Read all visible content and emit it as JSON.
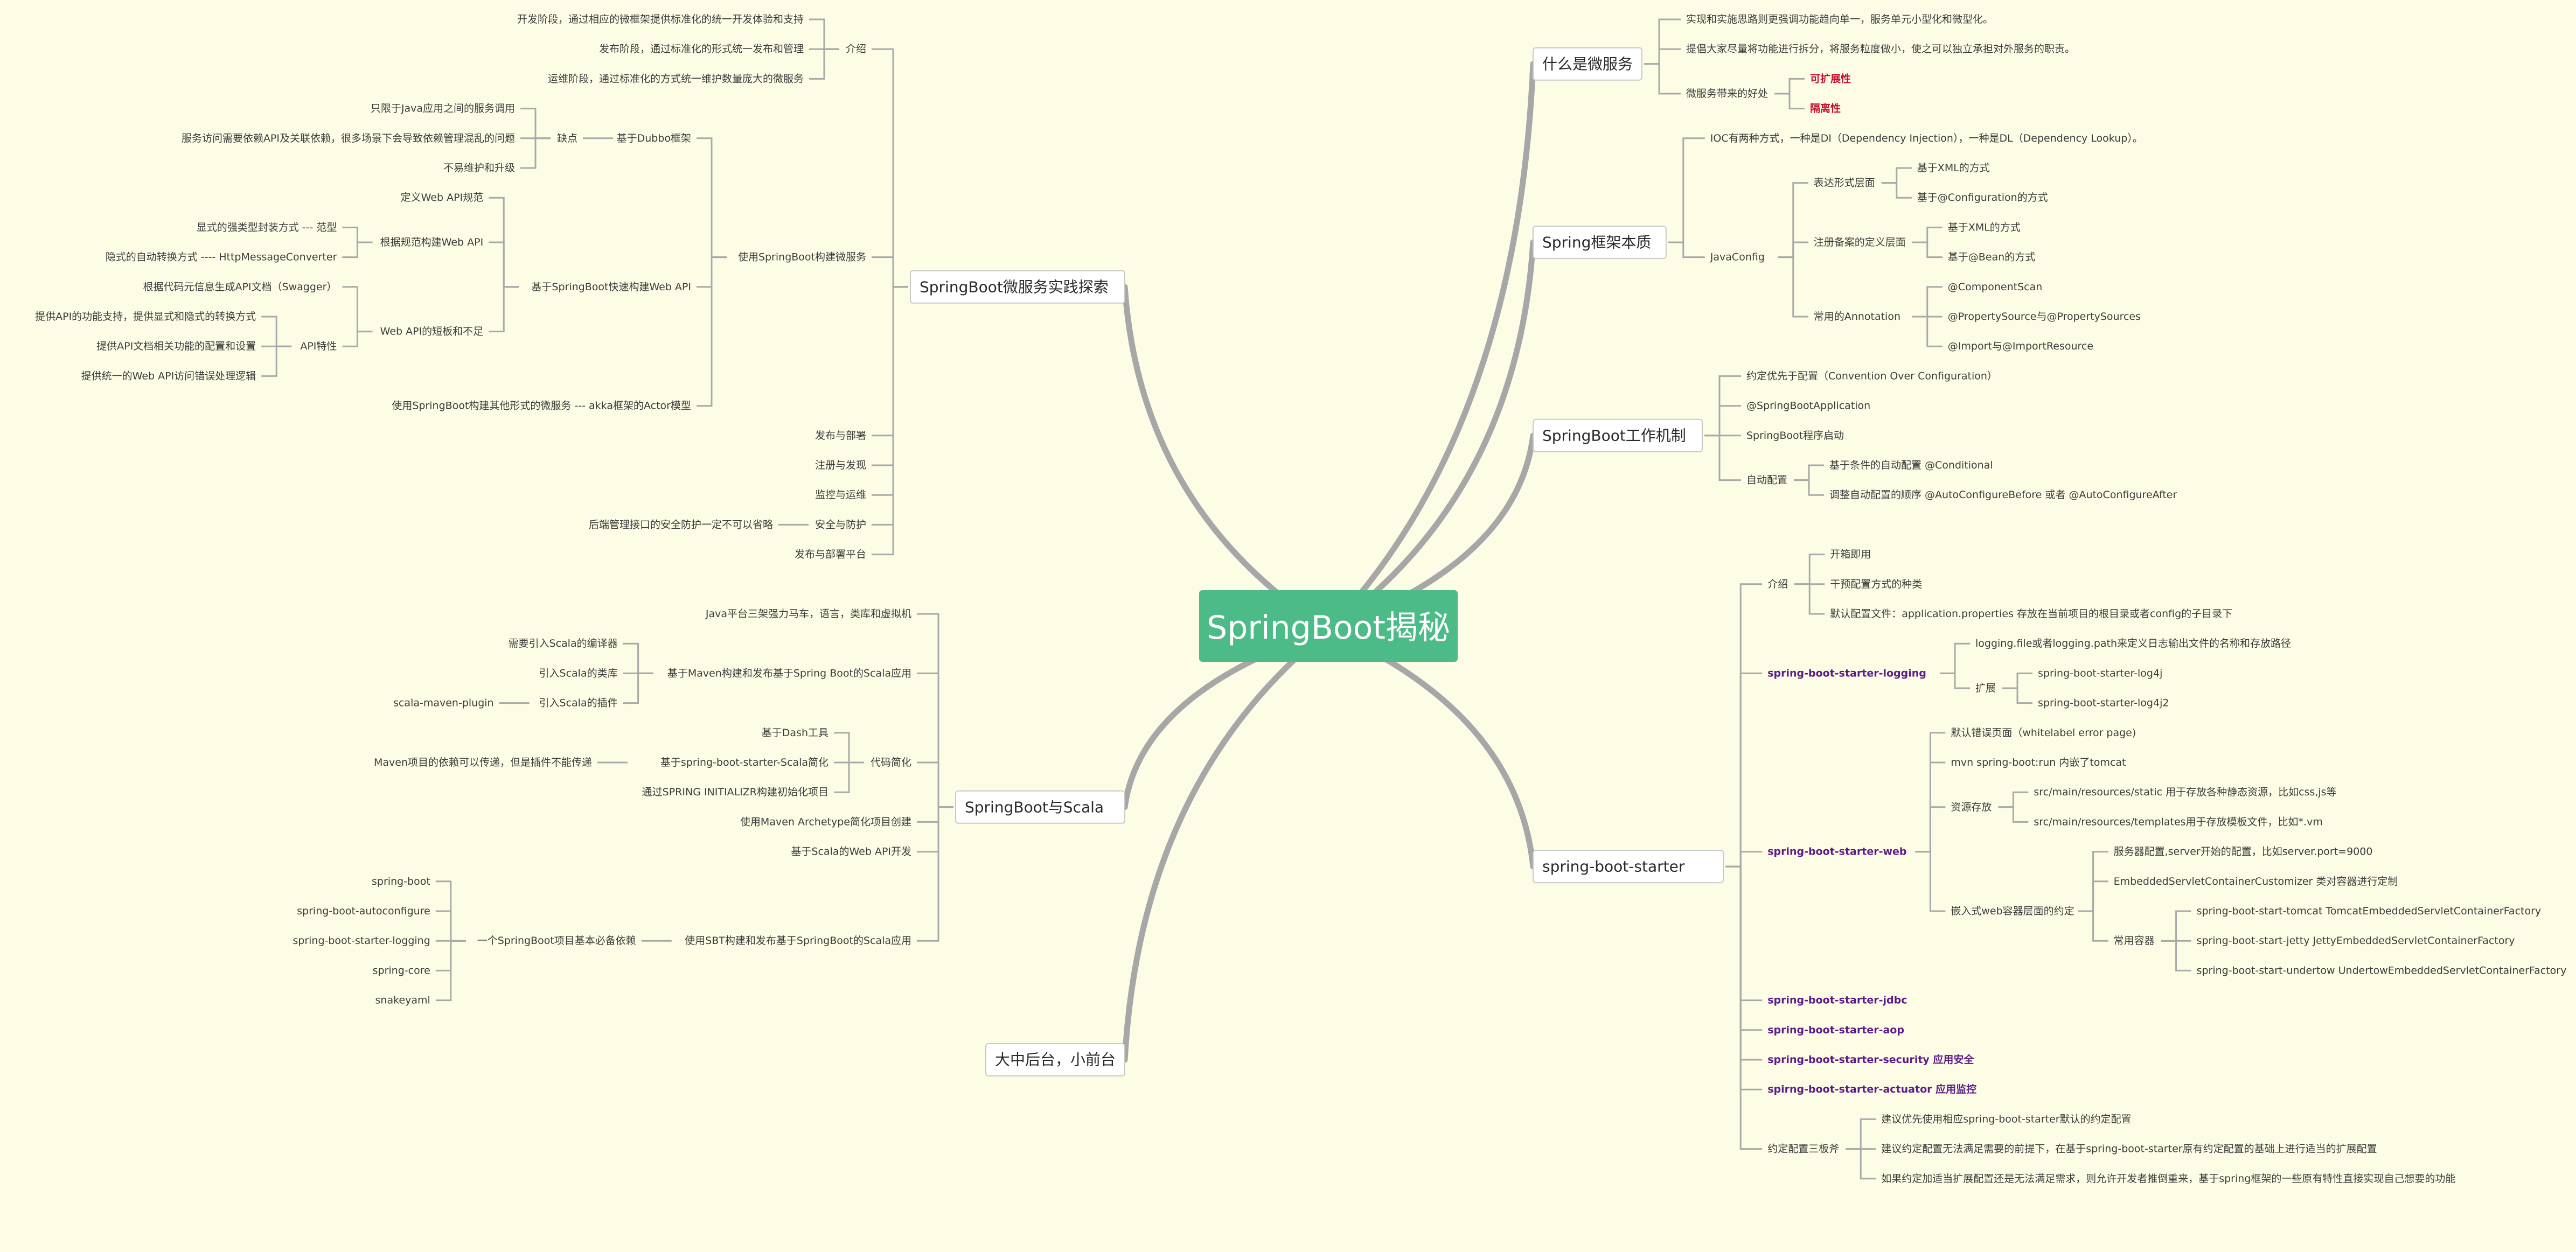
{
  "root": "SpringBoot揭秘",
  "right": [
    {
      "label": "什么是微服务",
      "children": [
        {
          "label": "实现和实施思路则更强调功能趋向单一，服务单元小型化和微型化。"
        },
        {
          "label": "提倡大家尽量将功能进行拆分，将服务粒度做小，使之可以独立承担对外服务的职责。"
        },
        {
          "label": "微服务带来的好处",
          "children": [
            {
              "label": "可扩展性",
              "style": "red"
            },
            {
              "label": "隔离性",
              "style": "red"
            }
          ]
        }
      ]
    },
    {
      "label": "Spring框架本质",
      "children": [
        {
          "label": "IOC有两种方式，一种是DI（Dependency Injection），一种是DL（Dependency Lookup）。"
        },
        {
          "label": "JavaConfig",
          "children": [
            {
              "label": "表达形式层面",
              "children": [
                {
                  "label": "基于XML的方式"
                },
                {
                  "label": "基于@Configuration的方式"
                }
              ]
            },
            {
              "label": "注册备案的定义层面",
              "children": [
                {
                  "label": "基于XML的方式"
                },
                {
                  "label": "基于@Bean的方式"
                }
              ]
            },
            {
              "label": "常用的Annotation",
              "children": [
                {
                  "label": "@ComponentScan"
                },
                {
                  "label": "@PropertySource与@PropertySources"
                },
                {
                  "label": "@Import与@ImportResource"
                }
              ]
            }
          ]
        }
      ]
    },
    {
      "label": "SpringBoot工作机制",
      "children": [
        {
          "label": "约定优先于配置（Convention Over Configuration）"
        },
        {
          "label": "@SpringBootApplication"
        },
        {
          "label": "SpringBoot程序启动"
        },
        {
          "label": "自动配置",
          "children": [
            {
              "label": "基于条件的自动配置 @Conditional"
            },
            {
              "label": "调整自动配置的顺序 @AutoConfigureBefore 或者 @AutoConfigureAfter"
            }
          ]
        }
      ]
    },
    {
      "label": "spring-boot-starter",
      "children": [
        {
          "label": "介绍",
          "children": [
            {
              "label": "开箱即用"
            },
            {
              "label": "干预配置方式的种类"
            },
            {
              "label": "默认配置文件：application.properties 存放在当前项目的根目录或者config的子目录下"
            }
          ]
        },
        {
          "label": "spring-boot-starter-logging",
          "style": "pur",
          "children": [
            {
              "label": "logging.file或者logging.path来定义日志输出文件的名称和存放路径"
            },
            {
              "label": "扩展",
              "children": [
                {
                  "label": "spring-boot-starter-log4j"
                },
                {
                  "label": "spring-boot-starter-log4j2"
                }
              ]
            }
          ]
        },
        {
          "label": "spring-boot-starter-web",
          "style": "pur",
          "children": [
            {
              "label": "默认错误页面（whitelabel error page)"
            },
            {
              "label": "mvn spring-boot:run 内嵌了tomcat"
            },
            {
              "label": "资源存放",
              "children": [
                {
                  "label": "src/main/resources/static 用于存放各种静态资源，比如css,js等"
                },
                {
                  "label": "src/main/resources/templates用于存放模板文件，比如*.vm"
                }
              ]
            },
            {
              "label": "嵌入式web容器层面的约定",
              "children": [
                {
                  "label": "服务器配置,server开始的配置，比如server.port=9000"
                },
                {
                  "label": "EmbeddedServletContainerCustomizer 类对容器进行定制"
                },
                {
                  "label": "常用容器",
                  "children": [
                    {
                      "label": "spring-boot-start-tomcat TomcatEmbeddedServletContainerFactory"
                    },
                    {
                      "label": "spring-boot-start-jetty JettyEmbeddedServletContainerFactory"
                    },
                    {
                      "label": "spring-boot-start-undertow UndertowEmbeddedServletContainerFactory"
                    }
                  ]
                }
              ]
            }
          ]
        },
        {
          "label": "spring-boot-starter-jdbc",
          "style": "pur"
        },
        {
          "label": "spring-boot-starter-aop",
          "style": "pur"
        },
        {
          "label": "spring-boot-starter-security 应用安全",
          "style": "pur"
        },
        {
          "label": "spirng-boot-starter-actuator 应用监控",
          "style": "pur"
        },
        {
          "label": "约定配置三板斧",
          "children": [
            {
              "label": "建议优先使用相应spring-boot-starter默认的约定配置"
            },
            {
              "label": "建议约定配置无法满足需要的前提下，在基于spring-boot-starter原有约定配置的基础上进行适当的扩展配置"
            },
            {
              "label": "如果约定加适当扩展配置还是无法满足需求，则允许开发者推倒重来，基于spring框架的一些原有特性直接实现自己想要的功能"
            }
          ]
        }
      ]
    }
  ],
  "left": [
    {
      "label": "SpringBoot微服务实践探索",
      "children": [
        {
          "label": "介绍",
          "children": [
            {
              "label": "开发阶段，通过相应的微框架提供标准化的统一开发体验和支持"
            },
            {
              "label": "发布阶段，通过标准化的形式统一发布和管理"
            },
            {
              "label": "运维阶段，通过标准化的方式统一维护数量庞大的微服务"
            }
          ]
        },
        {
          "label": "使用SpringBoot构建微服务",
          "children": [
            {
              "label": "基于Dubbo框架",
              "children": [
                {
                  "label": "缺点",
                  "children": [
                    {
                      "label": "只限于Java应用之间的服务调用"
                    },
                    {
                      "label": "服务访问需要依赖API及关联依赖，很多场景下会导致依赖管理混乱的问题"
                    },
                    {
                      "label": "不易维护和升级"
                    }
                  ]
                }
              ]
            },
            {
              "label": "基于SpringBoot快速构建Web API",
              "children": [
                {
                  "label": "定义Web API规范"
                },
                {
                  "label": "根据规范构建Web API",
                  "children": [
                    {
                      "label": "显式的强类型封装方式 --- 范型"
                    },
                    {
                      "label": "隐式的自动转换方式 ---- HttpMessageConverter"
                    }
                  ]
                },
                {
                  "label": "Web API的短板和不足",
                  "children": [
                    {
                      "label": "根据代码元信息生成API文档（Swagger）"
                    },
                    {
                      "label": "API特性",
                      "children": [
                        {
                          "label": "提供API的功能支持，提供显式和隐式的转换方式"
                        },
                        {
                          "label": "提供API文档相关功能的配置和设置"
                        },
                        {
                          "label": "提供统一的Web API访问错误处理逻辑"
                        }
                      ]
                    }
                  ]
                }
              ]
            },
            {
              "label": "使用SpringBoot构建其他形式的微服务 --- akka框架的Actor模型"
            }
          ]
        },
        {
          "label": "发布与部署"
        },
        {
          "label": "注册与发现"
        },
        {
          "label": "监控与运维"
        },
        {
          "label": "安全与防护",
          "children": [
            {
              "label": "后端管理接口的安全防护一定不可以省略"
            }
          ]
        },
        {
          "label": "发布与部署平台"
        }
      ]
    },
    {
      "label": "SpringBoot与Scala",
      "children": [
        {
          "label": "Java平台三架强力马车，语言，类库和虚拟机"
        },
        {
          "label": "基于Maven构建和发布基于Spring Boot的Scala应用",
          "children": [
            {
              "label": "需要引入Scala的编译器"
            },
            {
              "label": "引入Scala的类库"
            },
            {
              "label": "引入Scala的插件",
              "children": [
                {
                  "label": "scala-maven-plugin"
                }
              ]
            }
          ]
        },
        {
          "label": "代码简化",
          "children": [
            {
              "label": "基于Dash工具"
            },
            {
              "label": "基于spring-boot-starter-Scala简化",
              "children": [
                {
                  "label": "Maven项目的依赖可以传递，但是插件不能传递"
                }
              ]
            },
            {
              "label": "通过SPRING INITIALIZR构建初始化项目"
            }
          ]
        },
        {
          "label": "使用Maven Archetype简化项目创建"
        },
        {
          "label": "基于Scala的Web API开发"
        },
        {
          "label": "使用SBT构建和发布基于SpringBoot的Scala应用",
          "children": [
            {
              "label": "一个SpringBoot项目基本必备依赖",
              "children": [
                {
                  "label": "spring-boot"
                },
                {
                  "label": "spring-boot-autoconfigure"
                },
                {
                  "label": "spring-boot-starter-logging"
                },
                {
                  "label": "spring-core"
                },
                {
                  "label": "snakeyaml"
                }
              ]
            }
          ]
        }
      ]
    },
    {
      "label": "大中后台，小前台",
      "children": []
    }
  ]
}
